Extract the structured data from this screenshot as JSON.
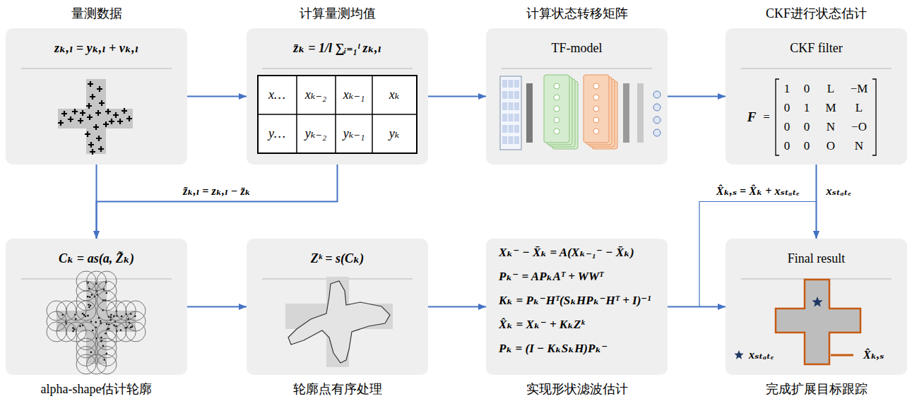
{
  "diagram": {
    "nodes": [
      {
        "text": [
          "量测数据",
          "zₖ,ₗ = yₖ,ₗ + vₖ,ₗ"
        ]
      },
      {
        "text": [
          "计算量测均值",
          "z̄ₖ = 1/l ∑ᵢ₌₁ˡ zₖ,ₗ"
        ]
      },
      {
        "text": [
          "计算状态转移矩阵",
          "TF-model"
        ]
      },
      {
        "text": [
          "CKF进行状态估计",
          "CKF filter"
        ]
      },
      {
        "text": [
          "Cₖ = as(a, Z̃ₖ)",
          "alpha-shape估计轮廓"
        ]
      },
      {
        "text": [
          "Zᵏ = s(Cₖ)",
          "轮廓点有序处理"
        ]
      },
      {
        "text": [
          "Xₖ⁻ − X̄ₖ = A(Xₖ₋₁⁻ − X̄ₖ)",
          "Pₖ⁻ = APₖAᵀ + WWᵀ",
          "Kₖ = Pₖ⁻Hᵀ(SₖHPₖ⁻Hᵀ + I)⁻¹",
          "X̂ₖ = Xₖ⁻ + KₖZᵏ",
          "Pₖ = (I − KₖSₖH)Pₖ⁻",
          "实现形状滤波估计"
        ]
      },
      {
        "text": [
          "Final result",
          "完成扩展目标跟踪"
        ]
      }
    ],
    "edges": [
      {
        "from": 0,
        "to": 1,
        "arrow": "to"
      },
      {
        "from": 1,
        "to": 2,
        "arrow": "to"
      },
      {
        "from": 2,
        "to": 3,
        "arrow": "to"
      },
      {
        "from": 0,
        "to": 4,
        "arrow": "to"
      },
      {
        "from": 1,
        "to": 4,
        "arrow": "to",
        "label": "z̃ₖ,ₗ = zₖ,ₗ − z̄ₖ"
      },
      {
        "from": 3,
        "to": 7,
        "arrow": "to",
        "label": "xₛₜₐₜₑ"
      },
      {
        "from": 4,
        "to": 5,
        "arrow": "to"
      },
      {
        "from": 5,
        "to": 6,
        "arrow": "to"
      },
      {
        "from": 6,
        "to": 7,
        "arrow": "to"
      },
      {
        "from": 6,
        "to": 7,
        "arrow": "to",
        "label": "X̂ₖ,ₛ = X̂ₖ + xₛₜₐₜₑ"
      }
    ],
    "labels": [
      "x…",
      "xₖ₋₂",
      "xₖ₋₁",
      "xₖ",
      "y…",
      "yₖ₋₂",
      "yₖ₋₁",
      "yₖ",
      "F",
      "=",
      "1",
      "0",
      "L",
      "−M",
      "0",
      "1",
      "M",
      "L",
      "0",
      "0",
      "N",
      "−O",
      "0",
      "0",
      "O",
      "N"
    ],
    "legend": [
      {
        "text": "xₛₜₐₜₑ"
      },
      {
        "text": "X̂ₖ,ₛ"
      }
    ]
  }
}
